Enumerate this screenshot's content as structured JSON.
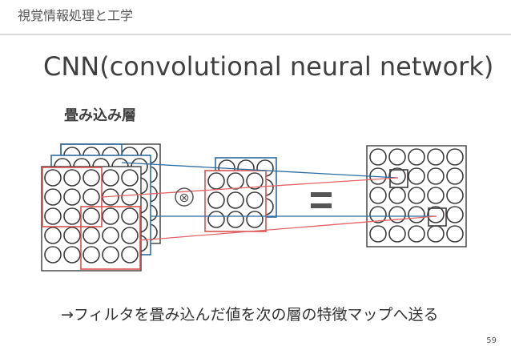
{
  "header": {
    "title": "視覚情報処理と工学"
  },
  "slide": {
    "title": "CNN(convolutional neural network)",
    "section_label": "畳み込み層",
    "operator_convolve": "⊗",
    "operator_equals": "=",
    "caption": "→フィルタを畳み込んだ値を次の層の特徴マップへ送る",
    "page_number": "59"
  },
  "colors": {
    "grid": "#3c3c3c",
    "input_highlight": "#d9534f",
    "layer_blue": "#2e6b9e",
    "connector_blue": "#2e6b9e",
    "connector_red": "#e06666"
  }
}
